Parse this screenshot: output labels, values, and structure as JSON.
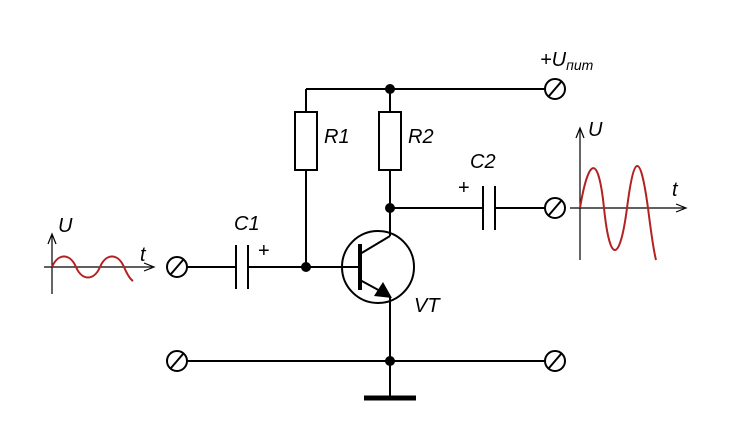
{
  "labels": {
    "supply_prefix": "+U",
    "supply_sub": "пит",
    "r1": "R1",
    "r2": "R2",
    "c1": "C1",
    "c2": "C2",
    "transistor": "VT",
    "c1_polarity": "+",
    "c2_polarity": "+"
  },
  "input_graph": {
    "y_label": "U",
    "x_label": "t"
  },
  "output_graph": {
    "y_label": "U",
    "x_label": "t"
  },
  "colors": {
    "wire": "#000000",
    "signal": "#b22222"
  }
}
